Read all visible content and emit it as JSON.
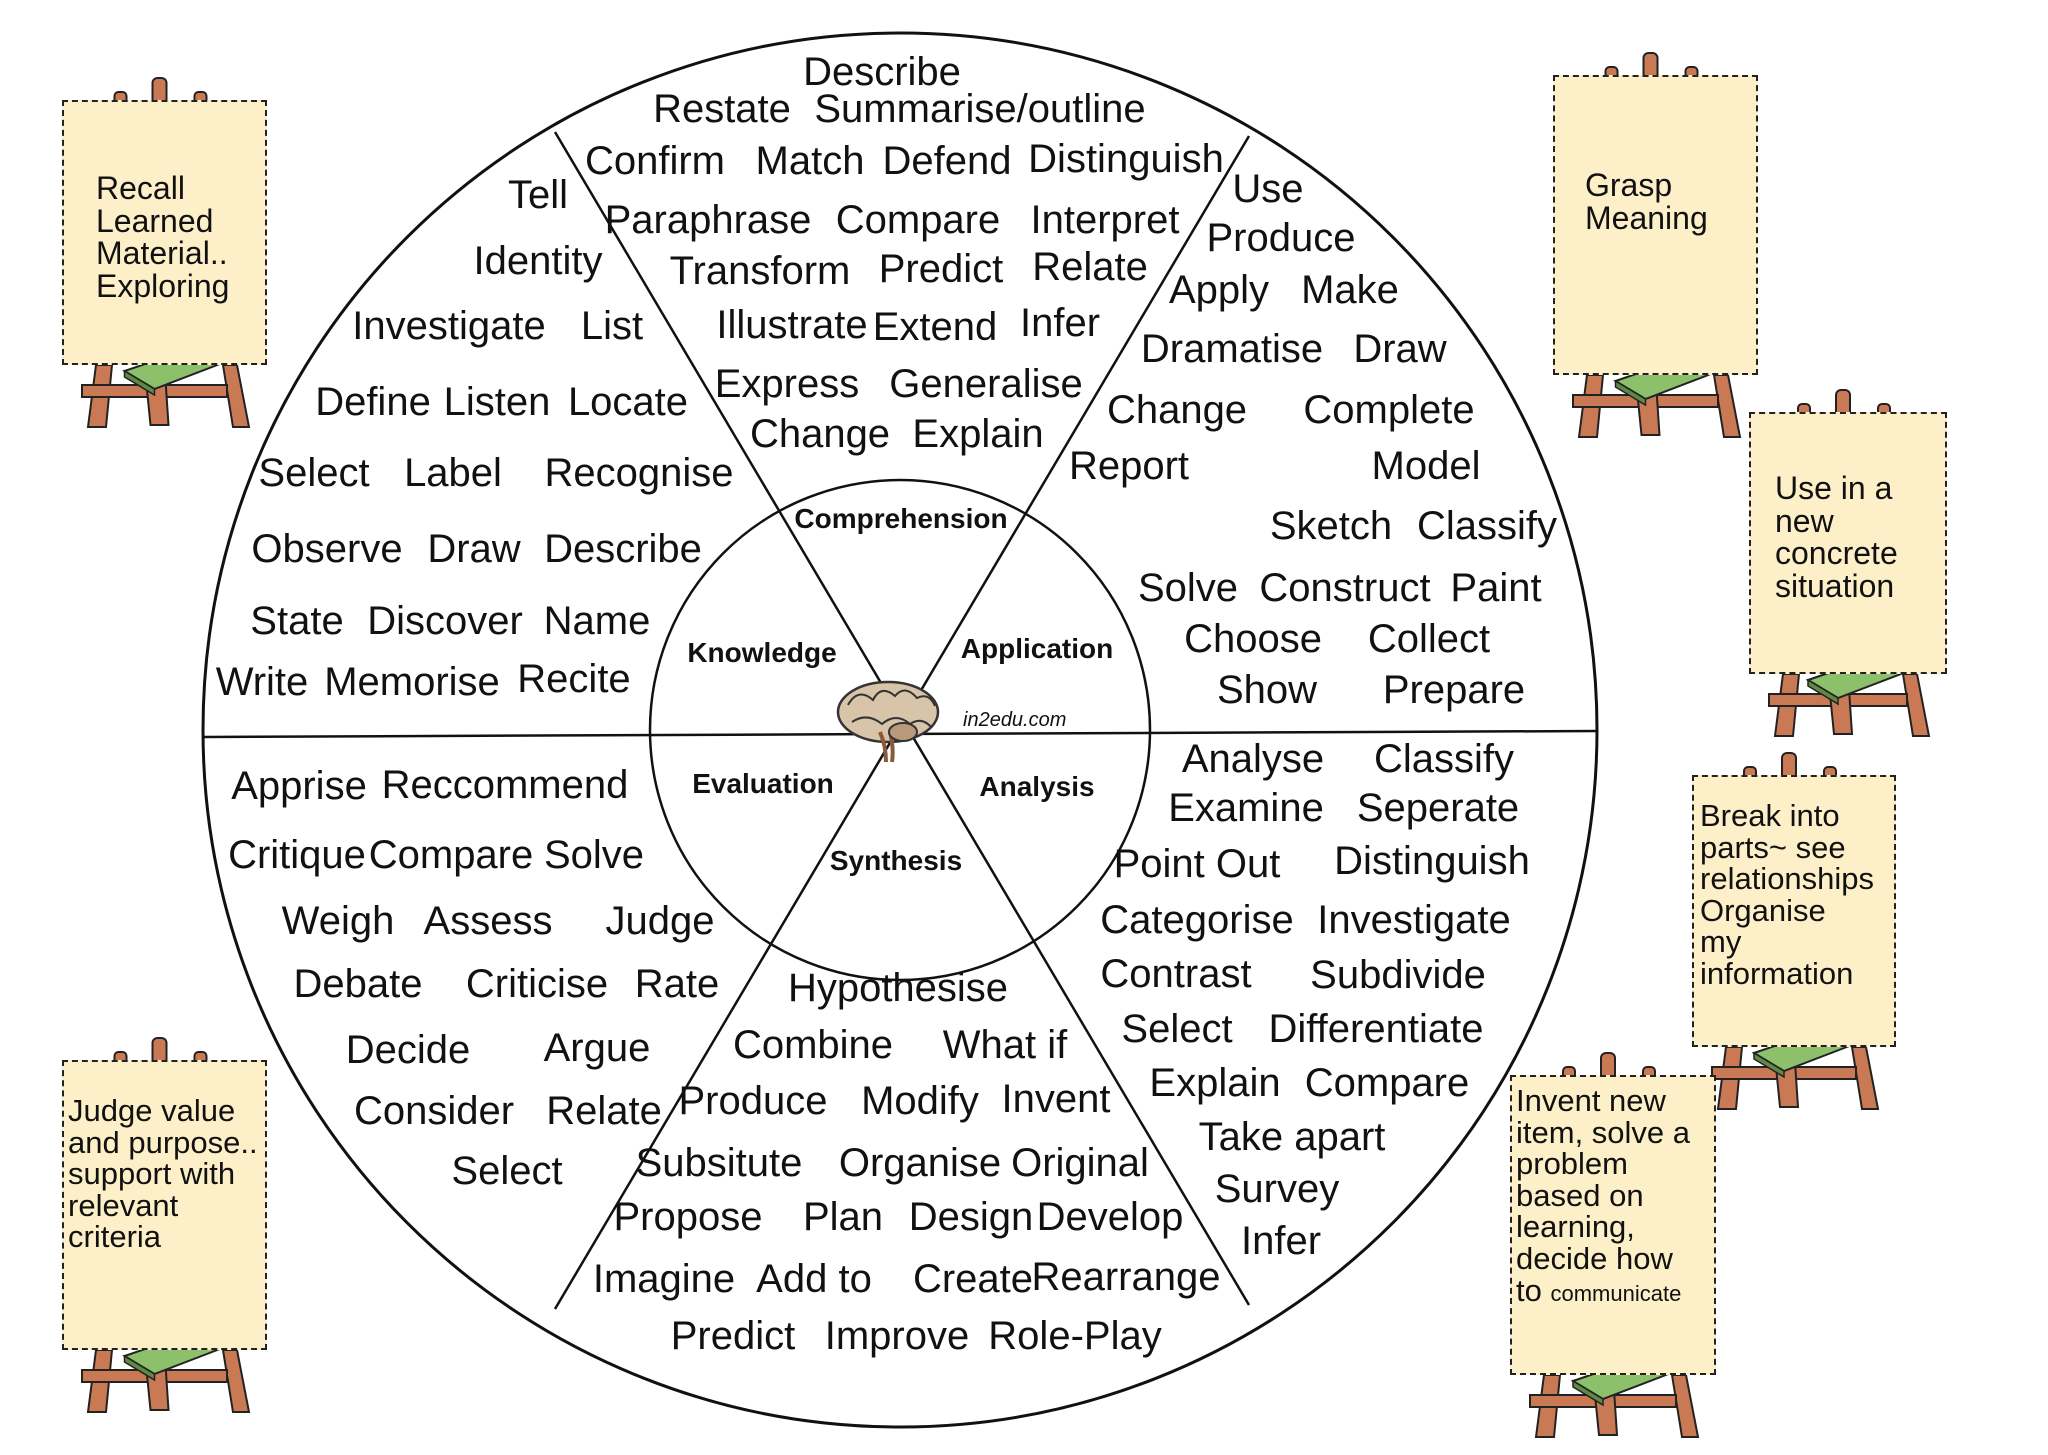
{
  "credit": "in2edu.com",
  "categories": {
    "comprehension": "Comprehension",
    "knowledge": "Knowledge",
    "application": "Application",
    "evaluation": "Evaluation",
    "analysis": "Analysis",
    "synthesis": "Synthesis"
  },
  "words": {
    "comprehension": [
      "Describe",
      "Restate",
      "Summarise/outline",
      "Confirm",
      "Match",
      "Defend",
      "Distinguish",
      "Paraphrase",
      "Compare",
      "Interpret",
      "Transform",
      "Predict",
      "Relate",
      "Illustrate",
      "Extend",
      "Infer",
      "Express",
      "Generalise",
      "Change",
      "Explain"
    ],
    "knowledge": [
      "Tell",
      "Identity",
      "Investigate",
      "List",
      "Define",
      "Listen",
      "Locate",
      "Select",
      "Label",
      "Recognise",
      "Observe",
      "Draw",
      "Describe",
      "State",
      "Discover",
      "Name",
      "Write",
      "Memorise",
      "Recite"
    ],
    "application": [
      "Use",
      "Produce",
      "Apply",
      "Make",
      "Dramatise",
      "Draw",
      "Change",
      "Complete",
      "Report",
      "Model",
      "Sketch",
      "Classify",
      "Solve",
      "Construct",
      "Paint",
      "Choose",
      "Collect",
      "Show",
      "Prepare"
    ],
    "evaluation": [
      "Apprise",
      "Reccommend",
      "Critique",
      "Compare",
      "Solve",
      "Weigh",
      "Assess",
      "Judge",
      "Debate",
      "Criticise",
      "Rate",
      "Decide",
      "Argue",
      "Consider",
      "Relate",
      "Select"
    ],
    "analysis": [
      "Analyse",
      "Classify",
      "Examine",
      "Seperate",
      "Point Out",
      "Distinguish",
      "Categorise",
      "Investigate",
      "Contrast",
      "Subdivide",
      "Select",
      "Differentiate",
      "Explain",
      "Compare",
      "Take apart",
      "Survey",
      "Infer"
    ],
    "synthesis": [
      "Hypothesise",
      "Combine",
      "What if",
      "Produce",
      "Modify",
      "Invent",
      "Subsitute",
      "Organise",
      "Original",
      "Propose",
      "Plan",
      "Design",
      "Develop",
      "Imagine",
      "Add to",
      "Create",
      "Rearrange",
      "Predict",
      "Improve",
      "Role-Play"
    ]
  },
  "notes": {
    "knowledge": "Recall\nLearned\nMaterial..\nExploring",
    "comprehension": "Grasp\nMeaning",
    "application": "Use in a\nnew\nconcrete\nsituation",
    "analysis": "Break into\nparts~ see\nrelationships\nOrganise\nmy\ninformation",
    "synthesis": "Invent new\nitem, solve a\nproblem\nbased on\nlearning,\ndecide how\nto",
    "synthesis_small": "communicate",
    "evaluation": "Judge value\nand purpose..\nsupport with\nrelevant\ncriteria"
  },
  "icons": {
    "brain": "brain-icon",
    "easel": "easel-icon",
    "book": "book-icon"
  },
  "colors": {
    "note_fill": "#fdf0c8",
    "easel_wood": "#c97a54",
    "book_green": "#8cc06a",
    "line": "#111111"
  }
}
